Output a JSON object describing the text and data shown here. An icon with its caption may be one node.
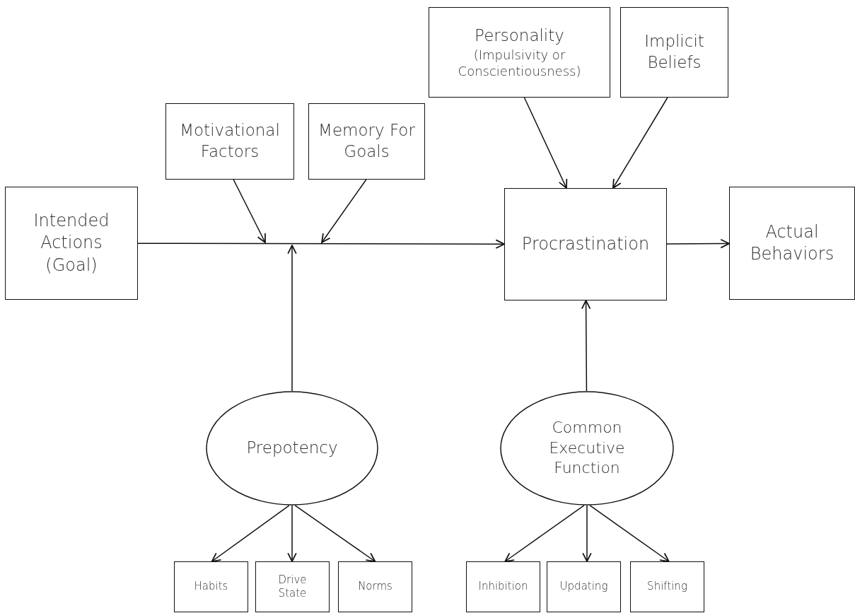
{
  "diagram": {
    "nodes": [
      {
        "text": [
          "Intended Actions (Goal)"
        ]
      },
      {
        "text": [
          "Motivational Factors"
        ]
      },
      {
        "text": [
          "Memory For Goals"
        ]
      },
      {
        "text": [
          "Personality",
          "(Impulsivity or Conscientiousness)"
        ]
      },
      {
        "text": [
          "Implicit Beliefs"
        ]
      },
      {
        "text": [
          "Procrastination"
        ]
      },
      {
        "text": [
          "Actual Behaviors"
        ]
      },
      {
        "text": [
          "Prepotency"
        ]
      },
      {
        "text": [
          "Common Executive Function"
        ]
      },
      {
        "text": [
          "Habits"
        ]
      },
      {
        "text": [
          "Drive State"
        ]
      },
      {
        "text": [
          "Norms"
        ]
      },
      {
        "text": [
          "Inhibition"
        ]
      },
      {
        "text": [
          "Updating"
        ]
      },
      {
        "text": [
          "Shifting"
        ]
      }
    ],
    "edges": [
      {
        "from": 0,
        "to": 5,
        "arrow": "to"
      },
      {
        "from": 1,
        "to": null,
        "arrow": "to"
      },
      {
        "from": 2,
        "to": null,
        "arrow": "to"
      },
      {
        "from": 7,
        "to": null,
        "arrow": "to"
      },
      {
        "from": 3,
        "to": 5,
        "arrow": "to"
      },
      {
        "from": 4,
        "to": 5,
        "arrow": "to"
      },
      {
        "from": 5,
        "to": 6,
        "arrow": "to"
      },
      {
        "from": 8,
        "to": 5,
        "arrow": "to"
      },
      {
        "from": 7,
        "to": 9,
        "arrow": "to"
      },
      {
        "from": 7,
        "to": 10,
        "arrow": "to"
      },
      {
        "from": 7,
        "to": 11,
        "arrow": "to"
      },
      {
        "from": 8,
        "to": 12,
        "arrow": "to"
      },
      {
        "from": 8,
        "to": 13,
        "arrow": "to"
      },
      {
        "from": 8,
        "to": 14,
        "arrow": "to"
      }
    ]
  }
}
